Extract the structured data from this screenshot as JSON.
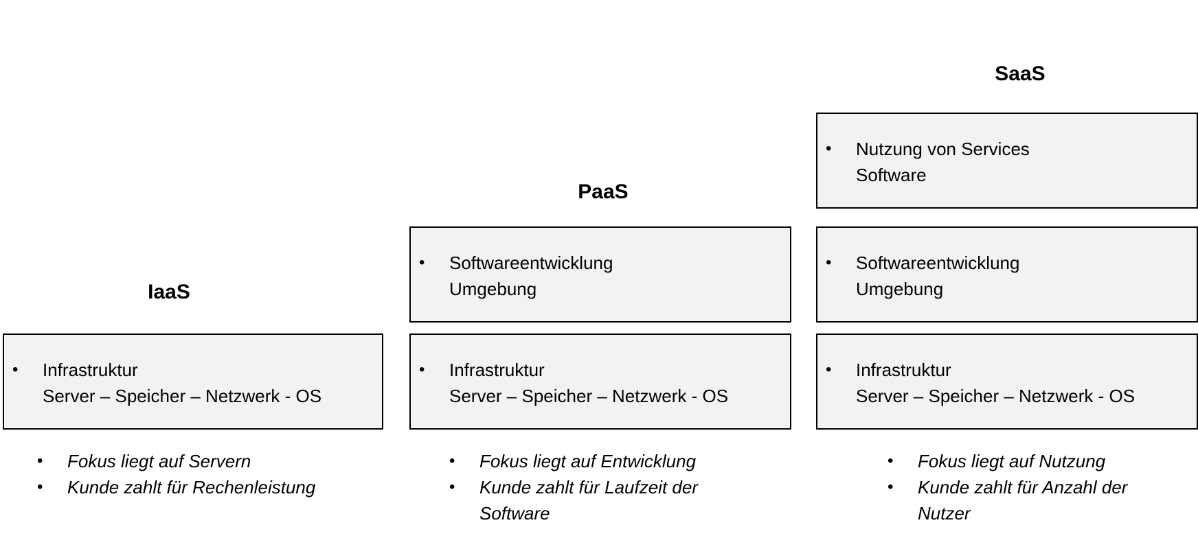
{
  "columns": [
    {
      "title": "IaaS",
      "boxes": [
        {
          "line1": "Infrastruktur",
          "line2": "Server – Speicher – Netzwerk - OS"
        }
      ],
      "notes": [
        "Fokus liegt auf Servern",
        "Kunde zahlt für Rechenleistung"
      ]
    },
    {
      "title": "PaaS",
      "boxes": [
        {
          "line1": "Softwareentwicklung",
          "line2": "Umgebung"
        },
        {
          "line1": "Infrastruktur",
          "line2": "Server – Speicher – Netzwerk - OS"
        }
      ],
      "notes": [
        "Fokus liegt auf Entwicklung",
        "Kunde zahlt für Laufzeit der Software"
      ]
    },
    {
      "title": "SaaS",
      "boxes": [
        {
          "line1": "Nutzung von Services",
          "line2": "Software"
        },
        {
          "line1": "Softwareentwicklung",
          "line2": "Umgebung"
        },
        {
          "line1": "Infrastruktur",
          "line2": "Server – Speicher – Netzwerk - OS"
        }
      ],
      "notes": [
        "Fokus liegt auf Nutzung",
        "Kunde zahlt für Anzahl der Nutzer"
      ]
    }
  ],
  "bullet_symbol": "•",
  "colors": {
    "box_fill": "#f2f2f2",
    "box_border": "#000000",
    "text": "#000000"
  }
}
